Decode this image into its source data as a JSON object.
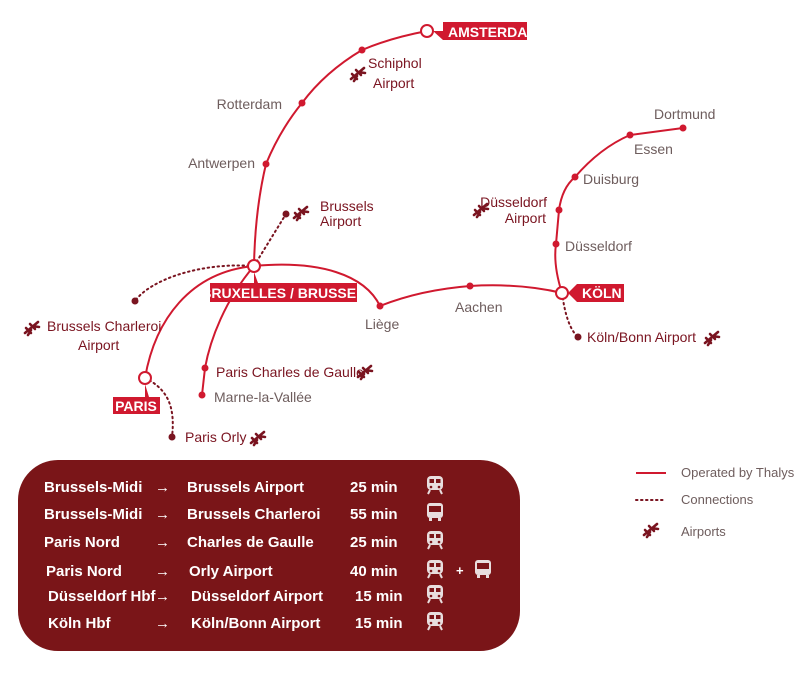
{
  "stations": {
    "amsterdam": "AMSTERDAM",
    "schiphol": [
      "Schiphol",
      "Airport"
    ],
    "rotterdam": "Rotterdam",
    "antwerpen": "Antwerpen",
    "brussels": "BRUXELLES / BRUSSEL",
    "brussels_airport": [
      "Brussels",
      "Airport"
    ],
    "charleroi": [
      "Brussels Charleroi",
      "Airport"
    ],
    "paris": "PARIS",
    "orly": "Paris Orly",
    "cdg": "Paris Charles de Gaulle",
    "marne": "Marne-la-Vallée",
    "liege": "Liège",
    "aachen": "Aachen",
    "koln": "KÖLN",
    "koln_bonn": "Köln/Bonn Airport",
    "dusseldorf": "Düsseldorf",
    "dusseldorf_airport": [
      "Düsseldorf",
      "Airport"
    ],
    "duisburg": "Duisburg",
    "essen": "Essen",
    "dortmund": "Dortmund"
  },
  "legend": {
    "operated": "Operated by Thalys",
    "connections": "Connections",
    "airports": "Airports"
  },
  "connections_table": [
    {
      "from": "Brussels-Midi",
      "to": "Brussels Airport",
      "time": "25 min",
      "modes": [
        "train-icon"
      ]
    },
    {
      "from": "Brussels-Midi",
      "to": "Brussels Charleroi",
      "time": "55 min",
      "modes": [
        "bus-icon"
      ]
    },
    {
      "from": "Paris Nord",
      "to": "Charles de Gaulle",
      "time": "25 min",
      "modes": [
        "train-icon"
      ]
    },
    {
      "from": "Paris Nord",
      "to": "Orly Airport",
      "time": "40 min",
      "modes": [
        "train-icon",
        "bus-icon"
      ],
      "plus": "+"
    },
    {
      "from": "Düsseldorf Hbf",
      "to": "Düsseldorf Airport",
      "time": "15 min",
      "modes": [
        "train-icon"
      ]
    },
    {
      "from": "Köln Hbf",
      "to": "Köln/Bonn Airport",
      "time": "15 min",
      "modes": [
        "train-icon"
      ]
    }
  ],
  "arrow": "→",
  "colors": {
    "line": "#d0192f",
    "dark": "#7a1420",
    "table_bg": "#7a1518"
  }
}
